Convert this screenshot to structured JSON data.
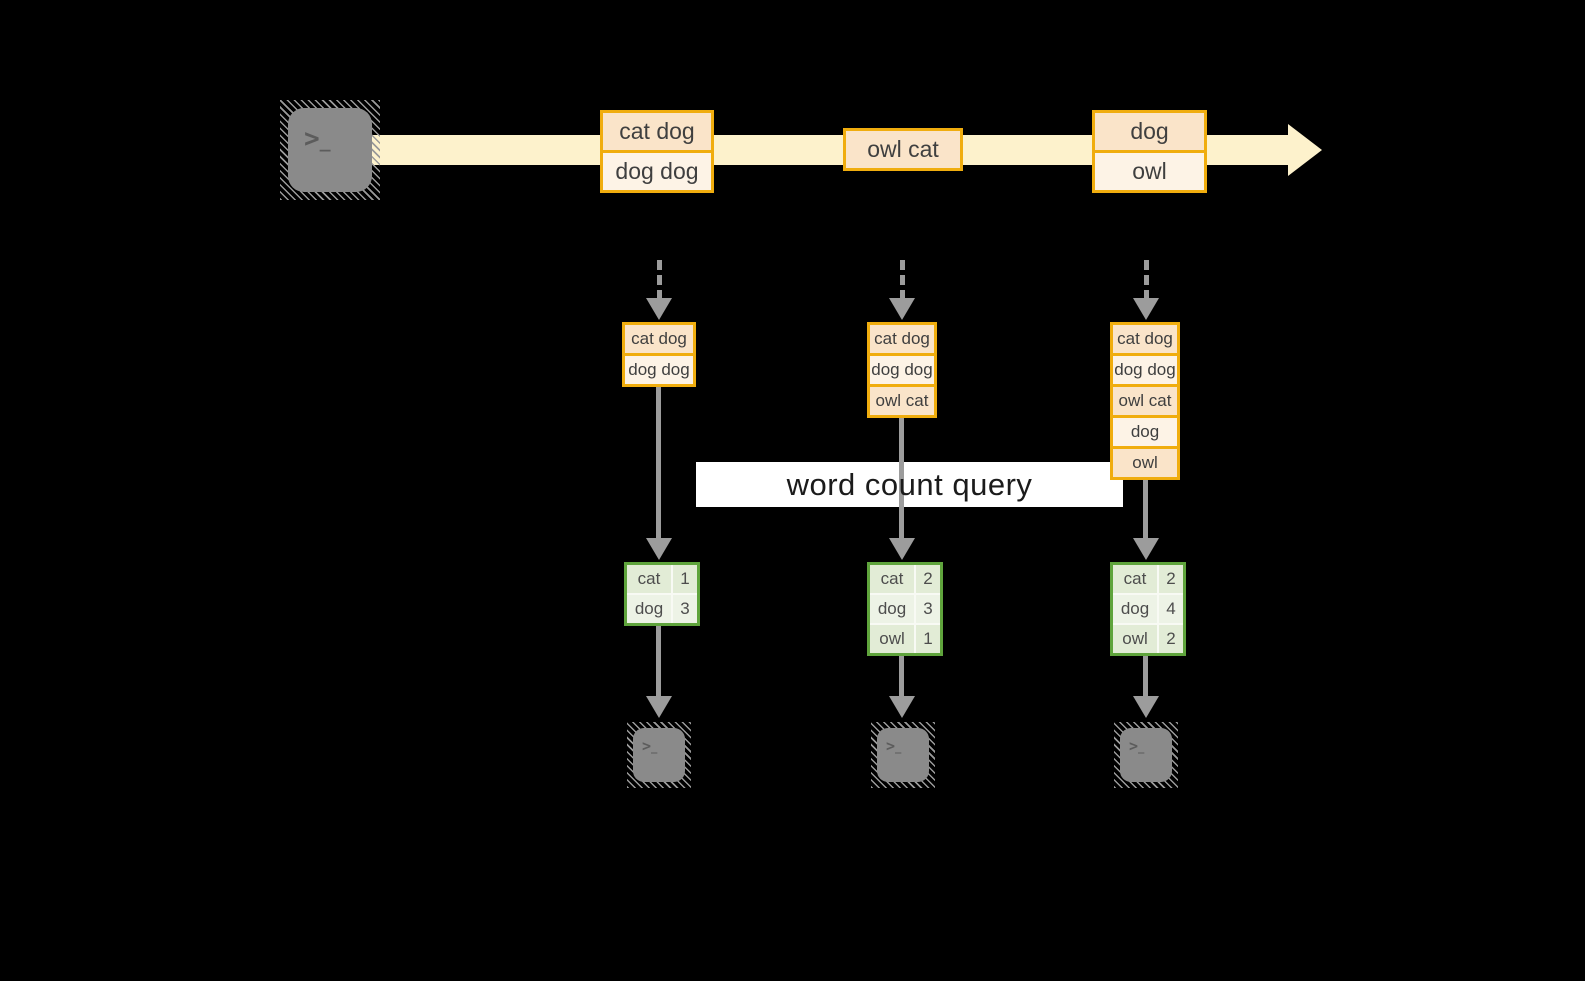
{
  "banner": {
    "label": "word count query"
  },
  "stream": {
    "source_icon": "terminal",
    "batches": [
      {
        "rows": [
          "cat dog",
          "dog dog"
        ]
      },
      {
        "rows": [
          "owl cat"
        ]
      },
      {
        "rows": [
          "dog",
          "owl"
        ]
      }
    ]
  },
  "pipelines": [
    {
      "buffer": [
        "cat dog",
        "dog dog"
      ],
      "counts": [
        {
          "word": "cat",
          "count": "1"
        },
        {
          "word": "dog",
          "count": "3"
        }
      ],
      "sink_icon": "terminal"
    },
    {
      "buffer": [
        "cat dog",
        "dog dog",
        "owl cat"
      ],
      "counts": [
        {
          "word": "cat",
          "count": "2"
        },
        {
          "word": "dog",
          "count": "3"
        },
        {
          "word": "owl",
          "count": "1"
        }
      ],
      "sink_icon": "terminal"
    },
    {
      "buffer": [
        "cat dog",
        "dog dog",
        "owl cat",
        "dog",
        "owl"
      ],
      "counts": [
        {
          "word": "cat",
          "count": "2"
        },
        {
          "word": "dog",
          "count": "4"
        },
        {
          "word": "owl",
          "count": "2"
        }
      ],
      "sink_icon": "terminal"
    }
  ],
  "terminal_glyph": {
    "chevron": ">",
    "underscore": "_"
  },
  "colors": {
    "background": "#000000",
    "stream_band": "#fdf2cc",
    "box_border": "#f0ad0e",
    "box_fill_dark": "#fae4c9",
    "box_fill_light": "#fdf3e6",
    "table_border": "#5fa43c",
    "table_fill_dark": "#e2ecd6",
    "table_fill_light": "#edf3e6",
    "arrow_gray": "#9c9c9c",
    "terminal_gray": "#8a8a8a",
    "banner_bg": "#ffffff"
  }
}
